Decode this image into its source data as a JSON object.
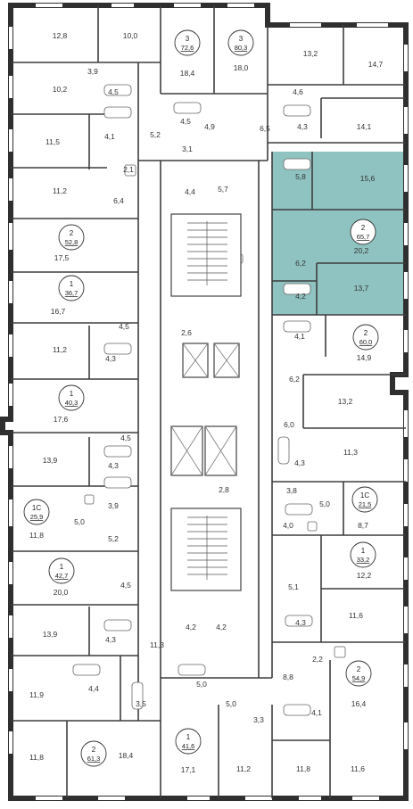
{
  "plan": {
    "highlight_color": "#8fc3c1",
    "wall_color": "#3d3d3d"
  },
  "apartments": [
    {
      "rooms": "3",
      "area": "72,6"
    },
    {
      "rooms": "3",
      "area": "80,3"
    },
    {
      "rooms": "2",
      "area": "52,8"
    },
    {
      "rooms": "1",
      "area": "36,7"
    },
    {
      "rooms": "2",
      "area": "65,7"
    },
    {
      "rooms": "2",
      "area": "60,0"
    },
    {
      "rooms": "1",
      "area": "40,3"
    },
    {
      "rooms": "1С",
      "area": "25,9"
    },
    {
      "rooms": "1С",
      "area": "21,5"
    },
    {
      "rooms": "1",
      "area": "33,2"
    },
    {
      "rooms": "1",
      "area": "42,7"
    },
    {
      "rooms": "2",
      "area": "54,9"
    },
    {
      "rooms": "1",
      "area": "41,6"
    },
    {
      "rooms": "2",
      "area": "61,3"
    }
  ],
  "rooms": [
    "12,8",
    "10,0",
    "18,4",
    "18,0",
    "13,2",
    "14,7",
    "3,9",
    "10,2",
    "4,5",
    "4,6",
    "4,5",
    "5,2",
    "4,9",
    "6,5",
    "4,3",
    "14,1",
    "11,5",
    "4,1",
    "3,1",
    "2,1",
    "5,8",
    "15,6",
    "11,2",
    "6,4",
    "4,4",
    "5,7",
    "20,2",
    "17,5",
    "6,2",
    "4,2",
    "13,7",
    "16,7",
    "4,5",
    "2,6",
    "4,1",
    "14,9",
    "11,2",
    "4,3",
    "6,2",
    "17,6",
    "13,2",
    "4,5",
    "6,0",
    "13,9",
    "4,3",
    "11,3",
    "3,9",
    "4,3",
    "2,8",
    "3,8",
    "5,0",
    "5,0",
    "11,8",
    "5,2",
    "4,0",
    "8,7",
    "12,2",
    "20,0",
    "4,5",
    "5,1",
    "13,9",
    "4,3",
    "11,6",
    "4,2",
    "4,2",
    "4,3",
    "11,3",
    "2,2",
    "11,9",
    "4,4",
    "5,0",
    "8,8",
    "3,5",
    "5,0",
    "4,1",
    "16,4",
    "3,3",
    "11,8",
    "18,4",
    "17,1",
    "11,2",
    "11,8",
    "11,6"
  ]
}
